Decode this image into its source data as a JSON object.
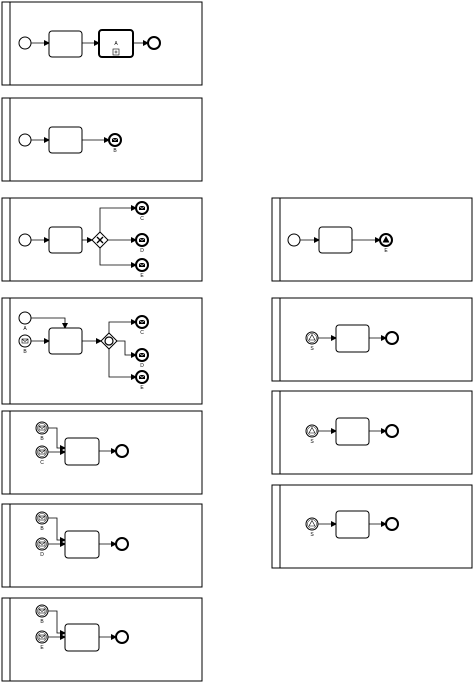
{
  "diagrams": [
    {
      "id": "p1",
      "labels": {
        "subprocess": "A"
      }
    },
    {
      "id": "p2",
      "labels": {
        "end": "B"
      }
    },
    {
      "id": "p3",
      "labels": {
        "end1": "C",
        "end2": "D",
        "end3": "E"
      }
    },
    {
      "id": "p4",
      "labels": {
        "start1": "A",
        "start2": "B",
        "end1": "C",
        "end2": "D",
        "end3": "E"
      }
    },
    {
      "id": "p5",
      "labels": {
        "start1": "B",
        "start2": "C"
      }
    },
    {
      "id": "p6",
      "labels": {
        "start1": "B",
        "start2": "D"
      }
    },
    {
      "id": "p7",
      "labels": {
        "start1": "B",
        "start2": "E"
      }
    },
    {
      "id": "p8",
      "labels": {
        "end": "E"
      }
    },
    {
      "id": "p9",
      "labels": {
        "start": "S"
      }
    },
    {
      "id": "p10",
      "labels": {
        "start": "S"
      }
    },
    {
      "id": "p11",
      "labels": {
        "start": "S"
      }
    }
  ],
  "colors": {
    "stroke": "#000000",
    "fill": "#ffffff"
  }
}
